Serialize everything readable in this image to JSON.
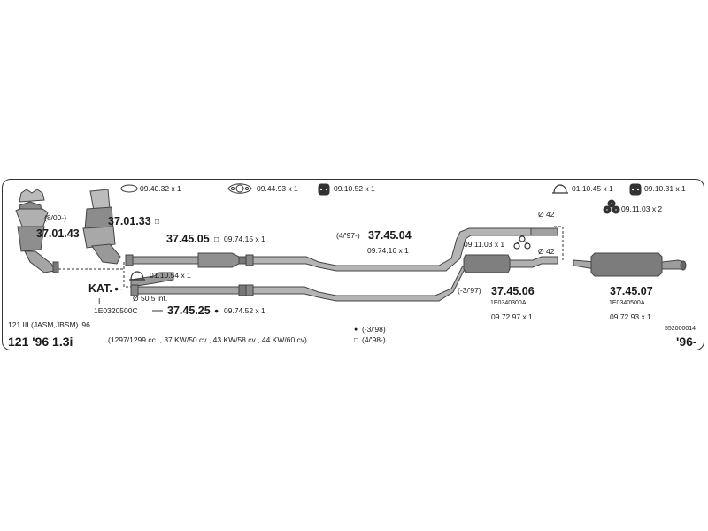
{
  "hardware": [
    {
      "code": "09.40.32 x 1",
      "icon": "gasket-ring-icon"
    },
    {
      "code": "09.44.93 x 1",
      "icon": "flange-gasket-icon"
    },
    {
      "code": "09.10.52 x 1",
      "icon": "rubber-mount-icon"
    },
    {
      "code": "01.10.45 x 1",
      "icon": "clamp-icon"
    },
    {
      "code": "09.10.31 x 1",
      "icon": "rubber-mount-icon"
    },
    {
      "code": "09.11.03 x 2",
      "icon": "hanger-icon"
    },
    {
      "code": "01.10.54 x 1",
      "icon": "clamp-icon"
    },
    {
      "code": "09.11.03 x 1",
      "icon": "hanger-icon"
    }
  ],
  "parts": {
    "cat1": {
      "variant": "(8/00-)",
      "number": "37.01.43"
    },
    "cat2": {
      "number": "37.01.33",
      "symbol": "□"
    },
    "front_pipe1": {
      "number": "37.45.05",
      "symbol": "□",
      "fitting": "09.74.15 x 1"
    },
    "kat": {
      "label": "KAT.",
      "symbol": "●–",
      "marker": "I",
      "diameter": "Ø 50,5 int.",
      "oe": "1E0320500C"
    },
    "front_pipe2": {
      "number": "37.45.25",
      "symbol": "●",
      "fitting": "09.74.52 x 1"
    },
    "middle_pipe": {
      "variant": "(4/'97-)",
      "number": "37.45.04",
      "fitting": "09.74.16 x 1"
    },
    "center_muffler": {
      "variant": "(-3/'97)",
      "number": "37.45.06",
      "oe": "1E0340300A",
      "fitting": "09.72.97 x 1"
    },
    "rear_muffler": {
      "number": "37.45.07",
      "oe": "1E0340500A",
      "fitting": "09.72.93 x 1"
    }
  },
  "diameters": {
    "top": "Ø 42",
    "bottom": "Ø 42"
  },
  "vehicle": {
    "model": "121 III (JASM,JBSM) '96",
    "name": "121 '96  1.3i",
    "engines": "(1297/1299 cc. , 37 KW/50 cv , 43 KW/58 cv , 44 KW/60 cv)",
    "legend_dot": "(-3/'98)",
    "legend_square": "(4/'98-)",
    "legend_dot_symbol": "●",
    "legend_square_symbol": "□",
    "code": "552000014",
    "year": "'96-"
  }
}
